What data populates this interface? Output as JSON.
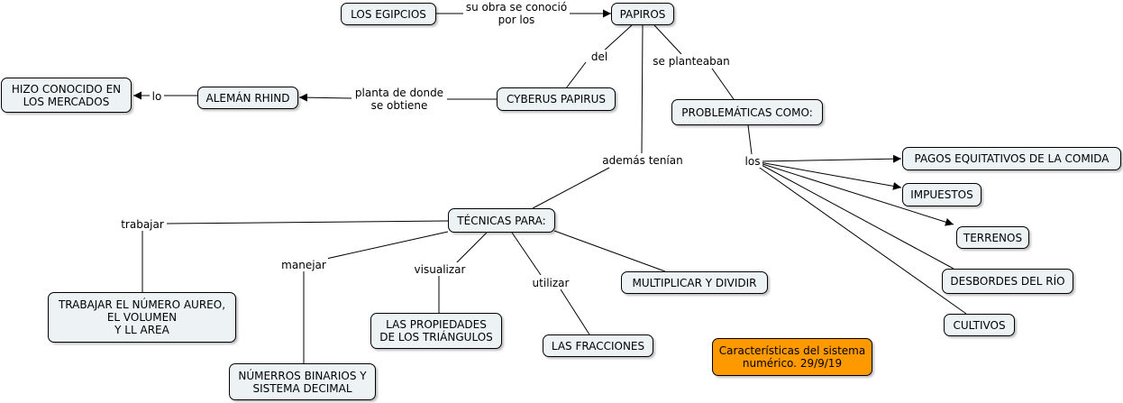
{
  "nodes": {
    "egipcios": "LOS EGIPCIOS",
    "papiros": "PAPIROS",
    "cyberus": "CYBERUS PAPIRUS",
    "aleman": "ALEMÁN RHIND",
    "hizo": "HIZO CONOCIDO EN\nLOS MERCADOS",
    "problematicas": "PROBLEMÁTICAS COMO:",
    "pagos": "PAGOS EQUITATIVOS DE LA COMIDA",
    "impuestos": "IMPUESTOS",
    "terrenos": "TERRENOS",
    "desbordes": "DESBORDES DEL RÍO",
    "cultivos": "CULTIVOS",
    "tecnicas": "TÉCNICAS PARA:",
    "trabajar_aureo": "TRABAJAR EL NÚMERO AUREO,\nEL VOLUMEN\nY LL AREA",
    "numeros": "NÚMERROS BINARIOS Y\nSISTEMA DECIMAL",
    "propiedades": "LAS PROPIEDADES\nDE LOS TRIÁNGULOS",
    "fracciones": "LAS FRACCIONES",
    "multiplicar": "MULTIPLICAR Y DIVIDIR",
    "caracteristicas": "Características del sistema\nnumérico.  29/9/19"
  },
  "links": {
    "su_obra": "su obra se conoció\npor los",
    "del": "del",
    "planta": "planta de donde\nse obtiene",
    "lo": "lo",
    "se_planteaban": "se planteaban",
    "los": "los",
    "ademas": "además tenían",
    "trabajar": "trabajar",
    "manejar": "manejar",
    "visualizar": "visualizar",
    "utilizar": "utilizar"
  },
  "colors": {
    "node_fill": "#edf3f4",
    "highlight_fill": "#ff9900",
    "line": "#000000"
  }
}
